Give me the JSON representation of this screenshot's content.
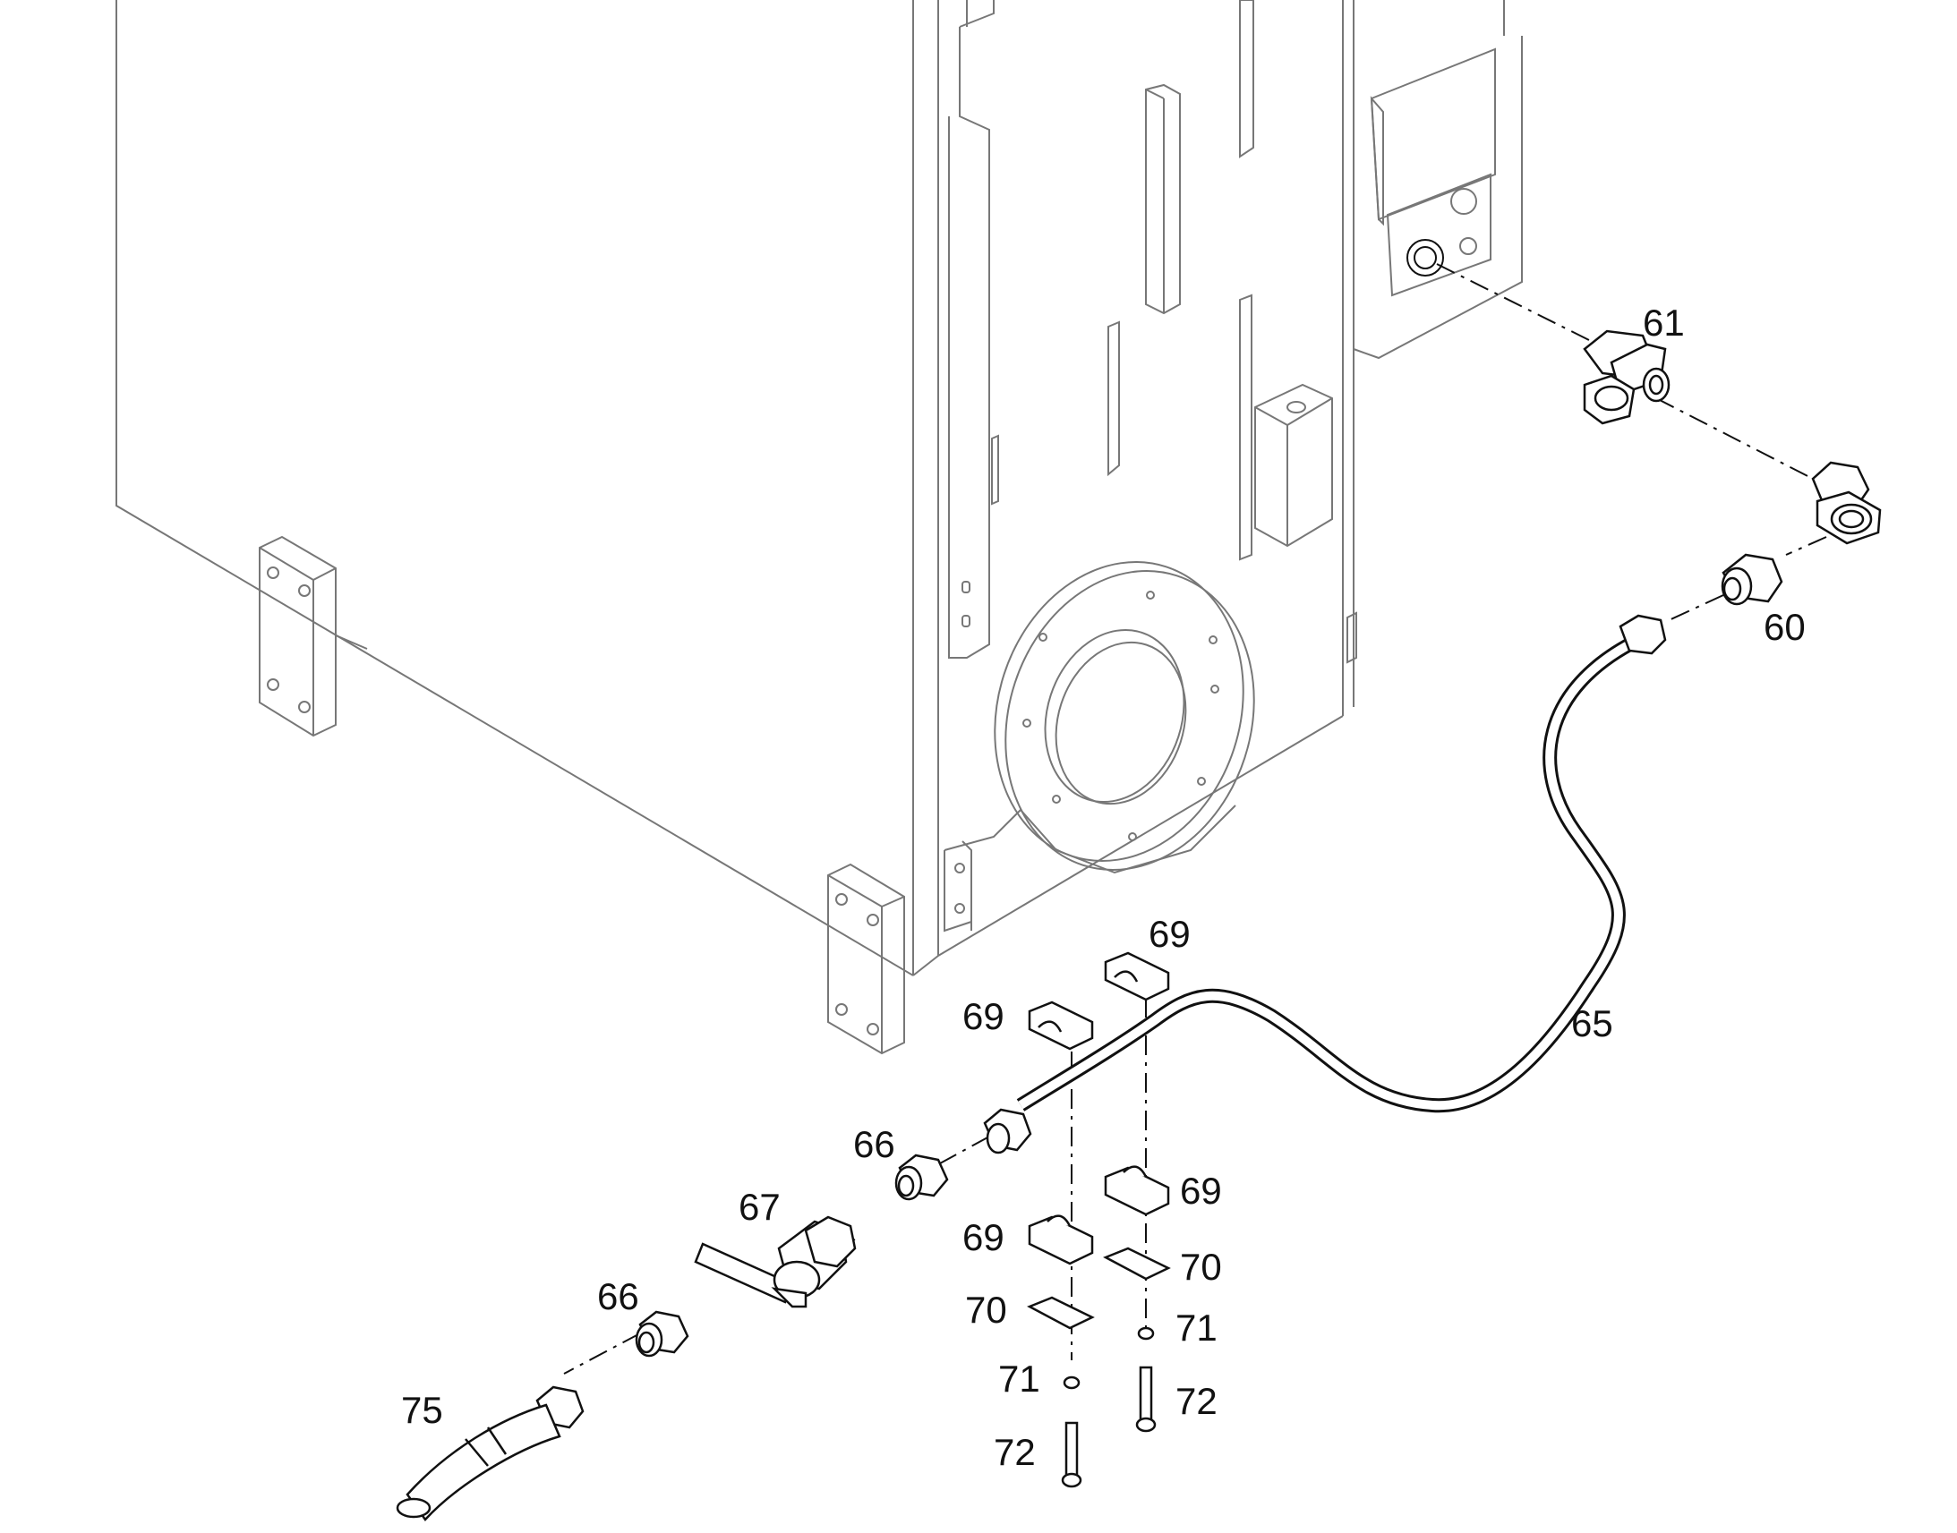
{
  "diagram": {
    "kind": "exploded-parts-drawing",
    "colors": {
      "line_dark": "#111111",
      "line_light": "#777777",
      "background": "#ffffff"
    },
    "labels": [
      {
        "id": "60",
        "text": "60"
      },
      {
        "id": "61",
        "text": "61"
      },
      {
        "id": "65",
        "text": "65"
      },
      {
        "id": "66a",
        "text": "66"
      },
      {
        "id": "66b",
        "text": "66"
      },
      {
        "id": "67",
        "text": "67"
      },
      {
        "id": "69a",
        "text": "69"
      },
      {
        "id": "69b",
        "text": "69"
      },
      {
        "id": "69c",
        "text": "69"
      },
      {
        "id": "69d",
        "text": "69"
      },
      {
        "id": "70a",
        "text": "70"
      },
      {
        "id": "70b",
        "text": "70"
      },
      {
        "id": "71a",
        "text": "71"
      },
      {
        "id": "71b",
        "text": "71"
      },
      {
        "id": "72a",
        "text": "72"
      },
      {
        "id": "72b",
        "text": "72"
      },
      {
        "id": "75",
        "text": "75"
      }
    ]
  }
}
